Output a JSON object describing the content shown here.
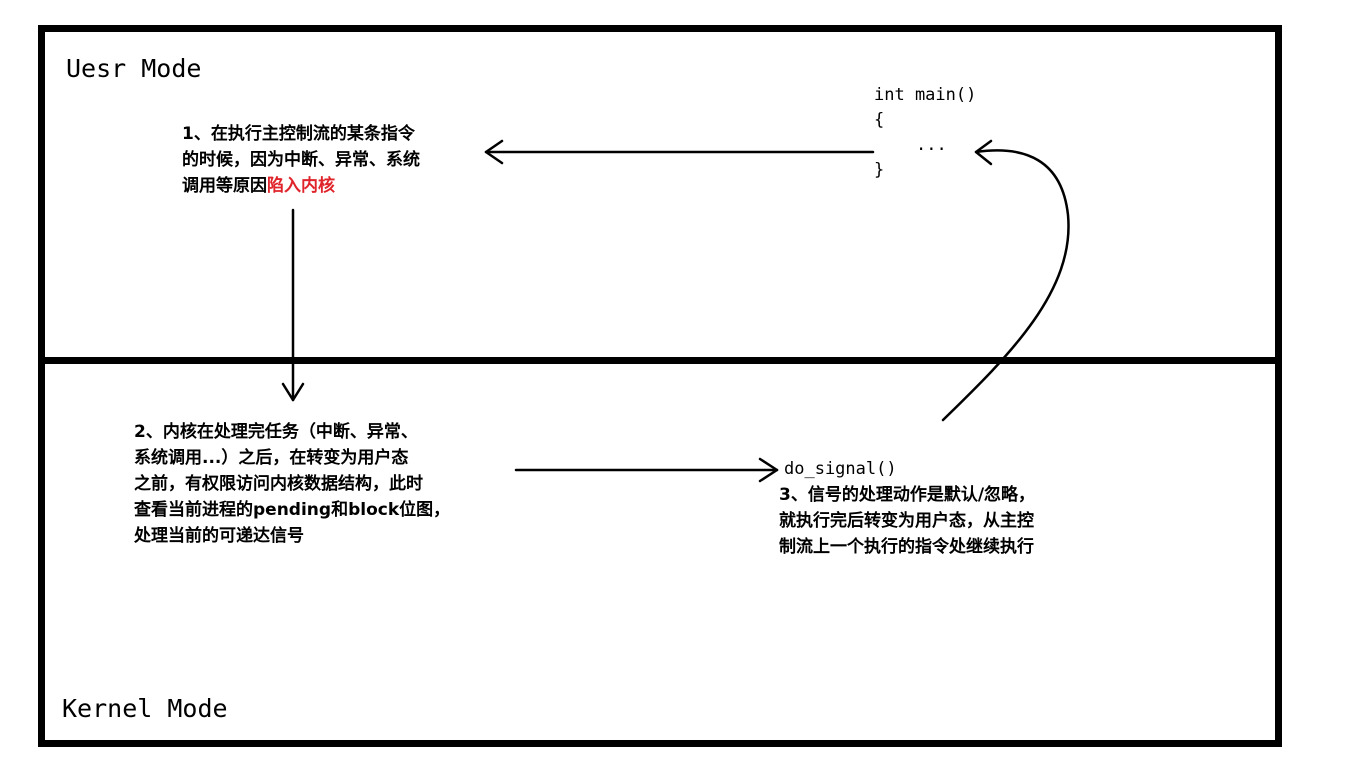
{
  "modes": {
    "user": "Uesr Mode",
    "kernel": "Kernel Mode"
  },
  "code": {
    "line1": "int main()",
    "line2": "{",
    "line3": "...",
    "line4": "}",
    "do_signal": "do_signal()"
  },
  "steps": {
    "step1": {
      "line1": "1、在执行主控制流的某条指令",
      "line2": "的时候，因为中断、异常、系统",
      "line3_prefix": "调用等原因",
      "line3_highlight": "陷入内核"
    },
    "step2": {
      "line1": "2、内核在处理完任务（中断、异常、",
      "line2": "系统调用...）之后，在转变为用户态",
      "line3": "之前，有权限访问内核数据结构，此时",
      "line4": "查看当前进程的pending和block位图，",
      "line5": "处理当前的可递达信号"
    },
    "step3": {
      "line1": "3、信号的处理动作是默认/忽略，",
      "line2": "就执行完后转变为用户态，从主控",
      "line3": "制流上一个执行的指令处继续执行"
    }
  },
  "colors": {
    "highlight": "#e0242b",
    "stroke": "#000000"
  }
}
